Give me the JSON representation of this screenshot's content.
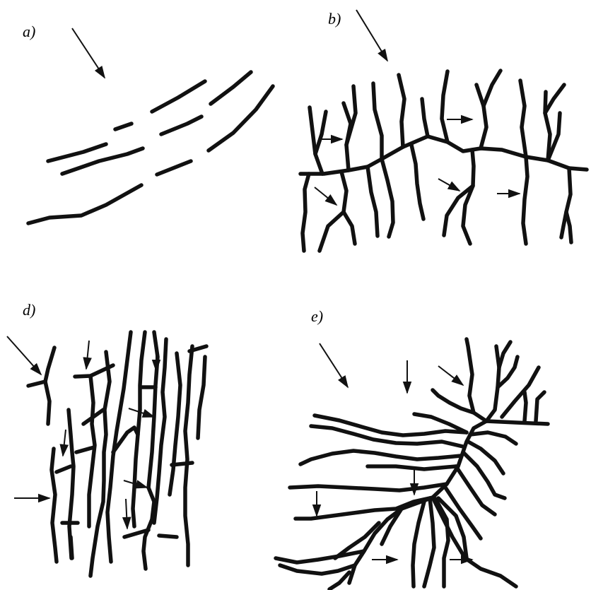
{
  "panels": [
    {
      "id": "a",
      "label": "a)"
    },
    {
      "id": "b",
      "label": "b)"
    },
    {
      "id": "d",
      "label": "d)"
    },
    {
      "id": "e",
      "label": "e)"
    }
  ],
  "colors": {
    "ink": "#111111",
    "background": "#ffffff"
  }
}
